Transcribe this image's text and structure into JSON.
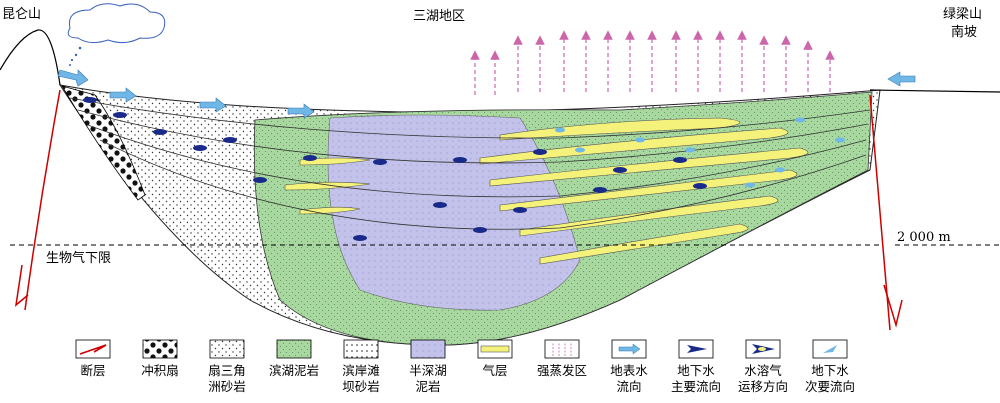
{
  "labels": {
    "kunlun": "昆仑山",
    "sanhu": "三湖地区",
    "lvliang_1": "绿梁山",
    "lvliang_2": "南坡",
    "depth": "2 000 m",
    "bio_limit": "生物气下限"
  },
  "legend": [
    {
      "line1": "断层",
      "line2": "",
      "icon": "fault-icon"
    },
    {
      "line1": "冲积扇",
      "line2": "",
      "icon": "alluvial-fan-icon"
    },
    {
      "line1": "扇三角",
      "line2": "洲砂岩",
      "icon": "fan-delta-sandstone-icon"
    },
    {
      "line1": "滨湖泥岩",
      "line2": "",
      "icon": "shore-lake-mudstone-icon"
    },
    {
      "line1": "滨岸滩",
      "line2": "坝砂岩",
      "icon": "beach-bar-sandstone-icon"
    },
    {
      "line1": "半深湖",
      "line2": "泥岩",
      "icon": "semi-deep-lake-mudstone-icon"
    },
    {
      "line1": "气层",
      "line2": "",
      "icon": "gas-layer-icon"
    },
    {
      "line1": "强蒸发区",
      "line2": "",
      "icon": "evaporation-zone-icon"
    },
    {
      "line1": "地表水",
      "line2": "流向",
      "icon": "surface-water-icon"
    },
    {
      "line1": "地下水",
      "line2": "主要流向",
      "icon": "groundwater-main-icon"
    },
    {
      "line1": "水溶气",
      "line2": "运移方向",
      "icon": "dissolved-gas-icon"
    },
    {
      "line1": "地下水",
      "line2": "次要流向",
      "icon": "groundwater-secondary-icon"
    }
  ],
  "colors": {
    "green": "#a8d8a0",
    "purple": "#c3c2ea",
    "yellow": "#f4f27a",
    "dotfill": "#ffffff",
    "surface_arrow": "#6fb7e6",
    "navy": "#1a2a8a",
    "evap": "#cc66aa",
    "fault": "#cc0000"
  }
}
